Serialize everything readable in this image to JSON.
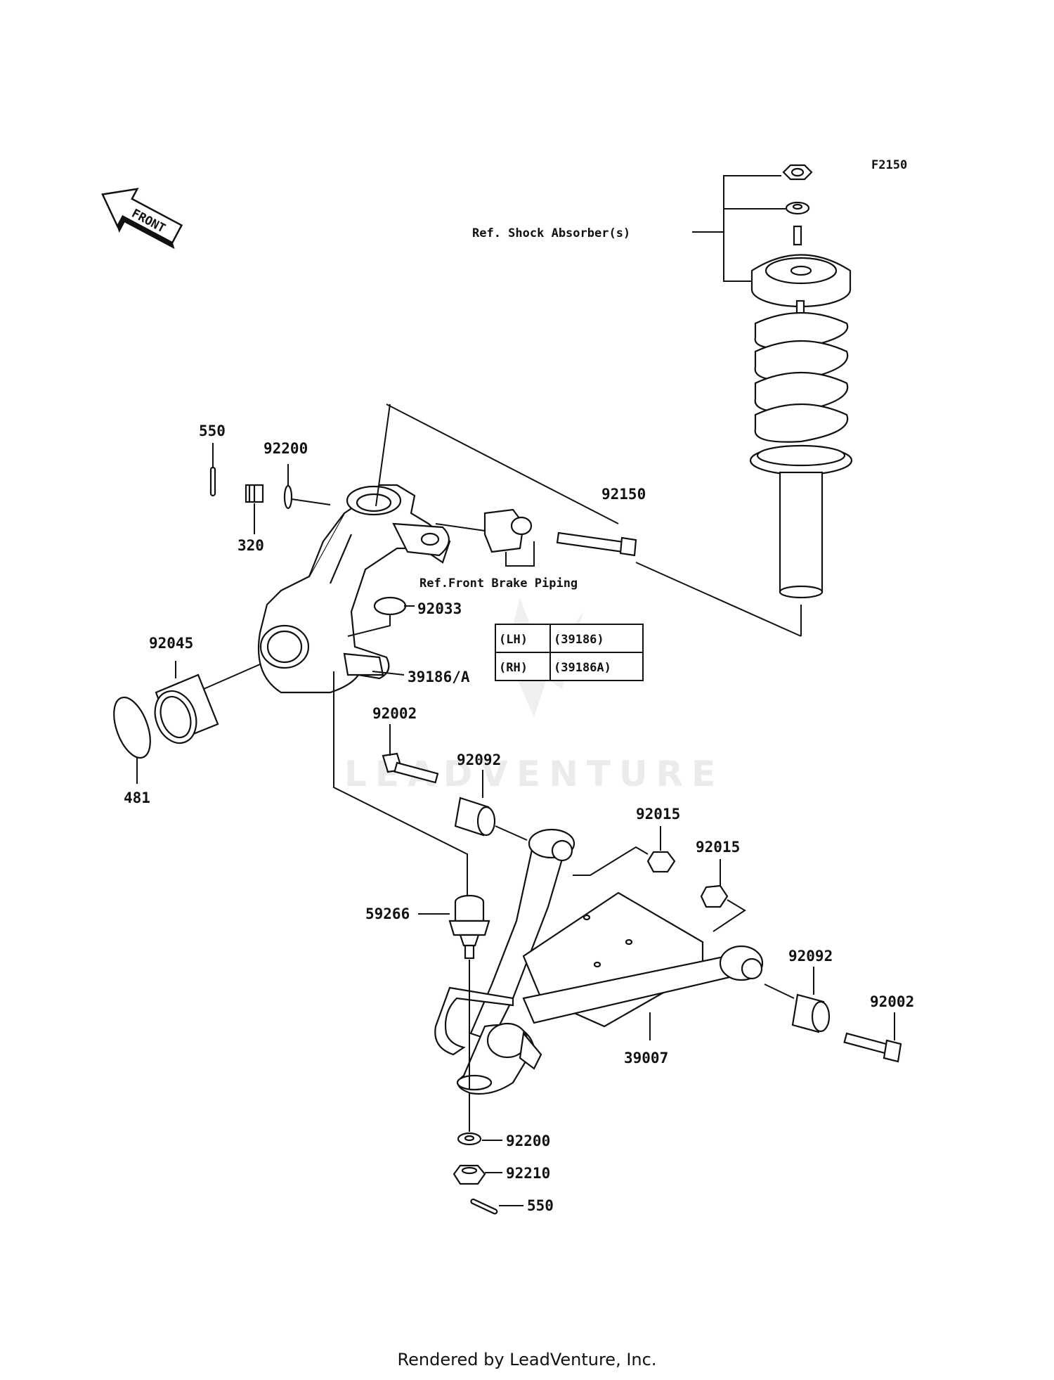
{
  "figure_code": "F2150",
  "front_arrow_label": "FRONT",
  "watermark": "LEADVENTURE",
  "footer": "Rendered by LeadVenture, Inc.",
  "references": {
    "shock_absorber": "Ref. Shock Absorber(s)",
    "brake_piping": "Ref.Front Brake Piping"
  },
  "side_table": [
    {
      "side": "(LH)",
      "part": "(39186)"
    },
    {
      "side": "(RH)",
      "part": "(39186A)"
    }
  ],
  "callouts": {
    "c550_top": "550",
    "c92200_top": "92200",
    "c320": "320",
    "c92150": "92150",
    "c92033": "92033",
    "c92045": "92045",
    "c39186": "39186/A",
    "c481": "481",
    "c92002_left": "92002",
    "c92092_left": "92092",
    "c92015_a": "92015",
    "c92015_b": "92015",
    "c59266": "59266",
    "c92092_right": "92092",
    "c92002_right": "92002",
    "c39007": "39007",
    "c92200_bottom": "92200",
    "c92210": "92210",
    "c550_bottom": "550"
  }
}
